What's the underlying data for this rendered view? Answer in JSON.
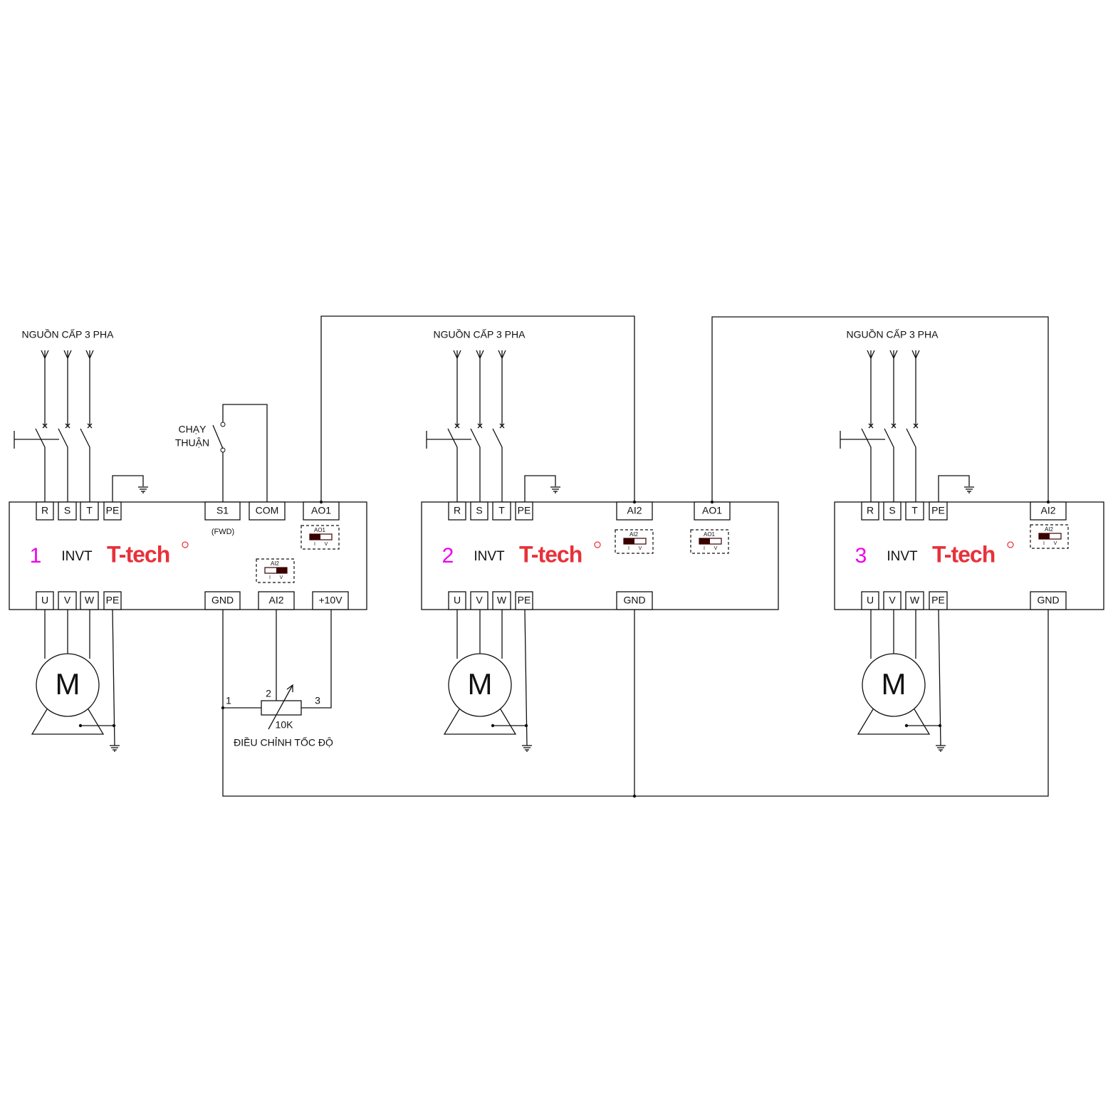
{
  "colors": {
    "brand": "#e8313a",
    "index": "#ee00ee",
    "switch_dark": "#3a0000"
  },
  "supply_label": "NGUỒN CẤP 3 PHA",
  "brand": "INVT",
  "logo": "T-tech",
  "motor_label": "M",
  "forward_switch": {
    "line1": "CHẠY",
    "line2": "THUẬN",
    "terminal_note": "(FWD)"
  },
  "pot": {
    "pin1": "1",
    "pin2": "2",
    "pin3": "3",
    "value": "10K",
    "label": "ĐIỀU CHỈNH TỐC ĐỘ"
  },
  "switch_labels": {
    "i": "I",
    "v": "V"
  },
  "drives": [
    {
      "index": "1",
      "top_terminals": [
        "R",
        "S",
        "T",
        "PE",
        "S1",
        "COM",
        "AO1"
      ],
      "bottom_terminals": [
        "U",
        "V",
        "W",
        "PE",
        "GND",
        "AI2",
        "+10V"
      ],
      "dips": [
        {
          "label": "AO1",
          "position": "I"
        },
        {
          "label": "AI2",
          "position": "V"
        }
      ]
    },
    {
      "index": "2",
      "top_terminals": [
        "R",
        "S",
        "T",
        "PE",
        "AI2",
        "AO1"
      ],
      "bottom_terminals": [
        "U",
        "V",
        "W",
        "PE",
        "GND"
      ],
      "dips": [
        {
          "label": "AI2",
          "position": "I"
        },
        {
          "label": "AO1",
          "position": "I"
        }
      ]
    },
    {
      "index": "3",
      "top_terminals": [
        "R",
        "S",
        "T",
        "PE",
        "AI2"
      ],
      "bottom_terminals": [
        "U",
        "V",
        "W",
        "PE",
        "GND"
      ],
      "dips": [
        {
          "label": "AI2",
          "position": "I"
        }
      ]
    }
  ]
}
